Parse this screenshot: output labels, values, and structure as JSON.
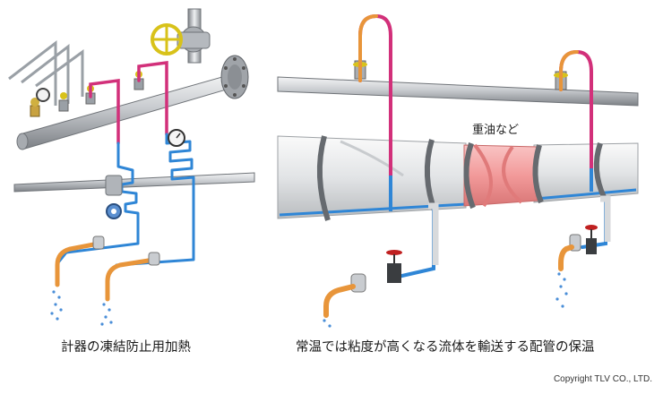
{
  "captions": {
    "left": "計器の凍結防止用加熱",
    "right": "常温では粘度が高くなる流体を輸送する配管の保温"
  },
  "labels": {
    "heavy_oil": "重油など"
  },
  "copyright": "Copyright TLV CO., LTD.",
  "colors": {
    "steam_red": "#d2307a",
    "tracer_blue": "#2f86d6",
    "condensate_orange": "#e8953a",
    "pipe_gray": "#b8bcc0",
    "insulation": "#e6e8ea",
    "heavy_oil": "#f2a0a0",
    "valve_handle": "#e0c020"
  }
}
